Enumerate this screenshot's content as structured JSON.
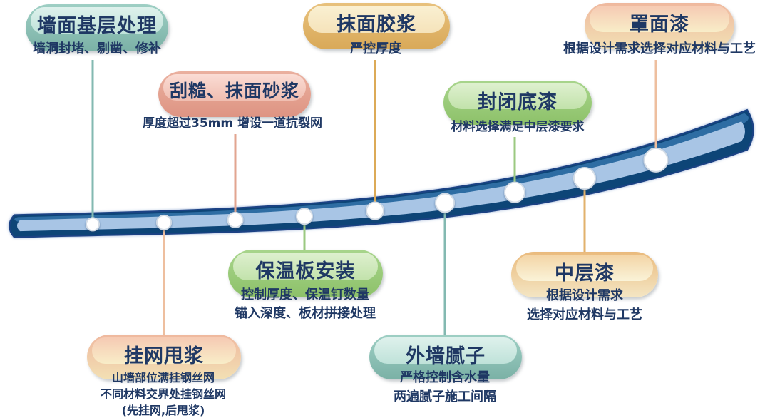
{
  "text_color": "#1f3864",
  "band": {
    "dark": "#0d4577",
    "medium": "#2e6da3",
    "outline": "#1a4284",
    "stripe": "#a8c5e5"
  },
  "dot": {
    "fill": "#ffffff",
    "stroke": "#d3dce6"
  },
  "schemes": {
    "teal": {
      "rim_top": "#9ecfc4",
      "rim_bottom": "#7bb1a6",
      "face_top": "#def1ec",
      "face_bottom": "#bfe2d9",
      "line": "#83b9b1"
    },
    "pink": {
      "rim_top": "#eab09f",
      "rim_bottom": "#de9483",
      "face_top": "#fadcd4",
      "face_bottom": "#f0beb1",
      "line": "#e2a590"
    },
    "tan": {
      "rim_top": "#e8c17d",
      "rim_bottom": "#d9a958",
      "face_top": "#faf0d2",
      "face_bottom": "#f5e3ba",
      "line": "#dcaa57"
    },
    "green": {
      "rim_top": "#a8d58c",
      "rim_bottom": "#8dc169",
      "face_top": "#def0cf",
      "face_bottom": "#c2e2ab",
      "line": "#9bc981"
    },
    "salmon_cream": {
      "rim_top": "#efb89e",
      "rim_bottom": "#f2e0b4",
      "face_top": "#f6cab3",
      "face_bottom": "#f8edc8",
      "line": "#eebf9f"
    },
    "tan_cream": {
      "rim_top": "#eaba7c",
      "rim_bottom": "#f4e6c4",
      "face_top": "#f3d4a5",
      "face_bottom": "#faf3d8",
      "line": "#e2b26c"
    }
  },
  "steps": [
    {
      "title": "墙面基层处理",
      "notes": [
        "墙洞封堵、剔凿、修补"
      ]
    },
    {
      "title": "挂网甩浆",
      "notes": [
        "山墙部位满挂钢丝网",
        "不同材料交界处挂钢丝网",
        "(先挂网,后甩浆)"
      ]
    },
    {
      "title": "刮糙、抹面砂浆",
      "notes": [
        "厚度超过35mm 增设一道抗裂网"
      ]
    },
    {
      "title": "保温板安装",
      "notes": [
        "控制厚度、保温钉数量",
        "锚入深度、板材拼接处理"
      ]
    },
    {
      "title": "抹面胶浆",
      "notes": [
        "严控厚度"
      ]
    },
    {
      "title": "外墙腻子",
      "notes": [
        "严格控制含水量",
        "两遍腻子施工间隔"
      ]
    },
    {
      "title": "封闭底漆",
      "notes": [
        "材料选择满足中层漆要求"
      ]
    },
    {
      "title": "中层漆",
      "notes": [
        "根据设计需求",
        "选择对应材料与工艺"
      ]
    },
    {
      "title": "罩面漆",
      "notes": [
        "根据设计需求选择对应材料与工艺"
      ]
    }
  ]
}
